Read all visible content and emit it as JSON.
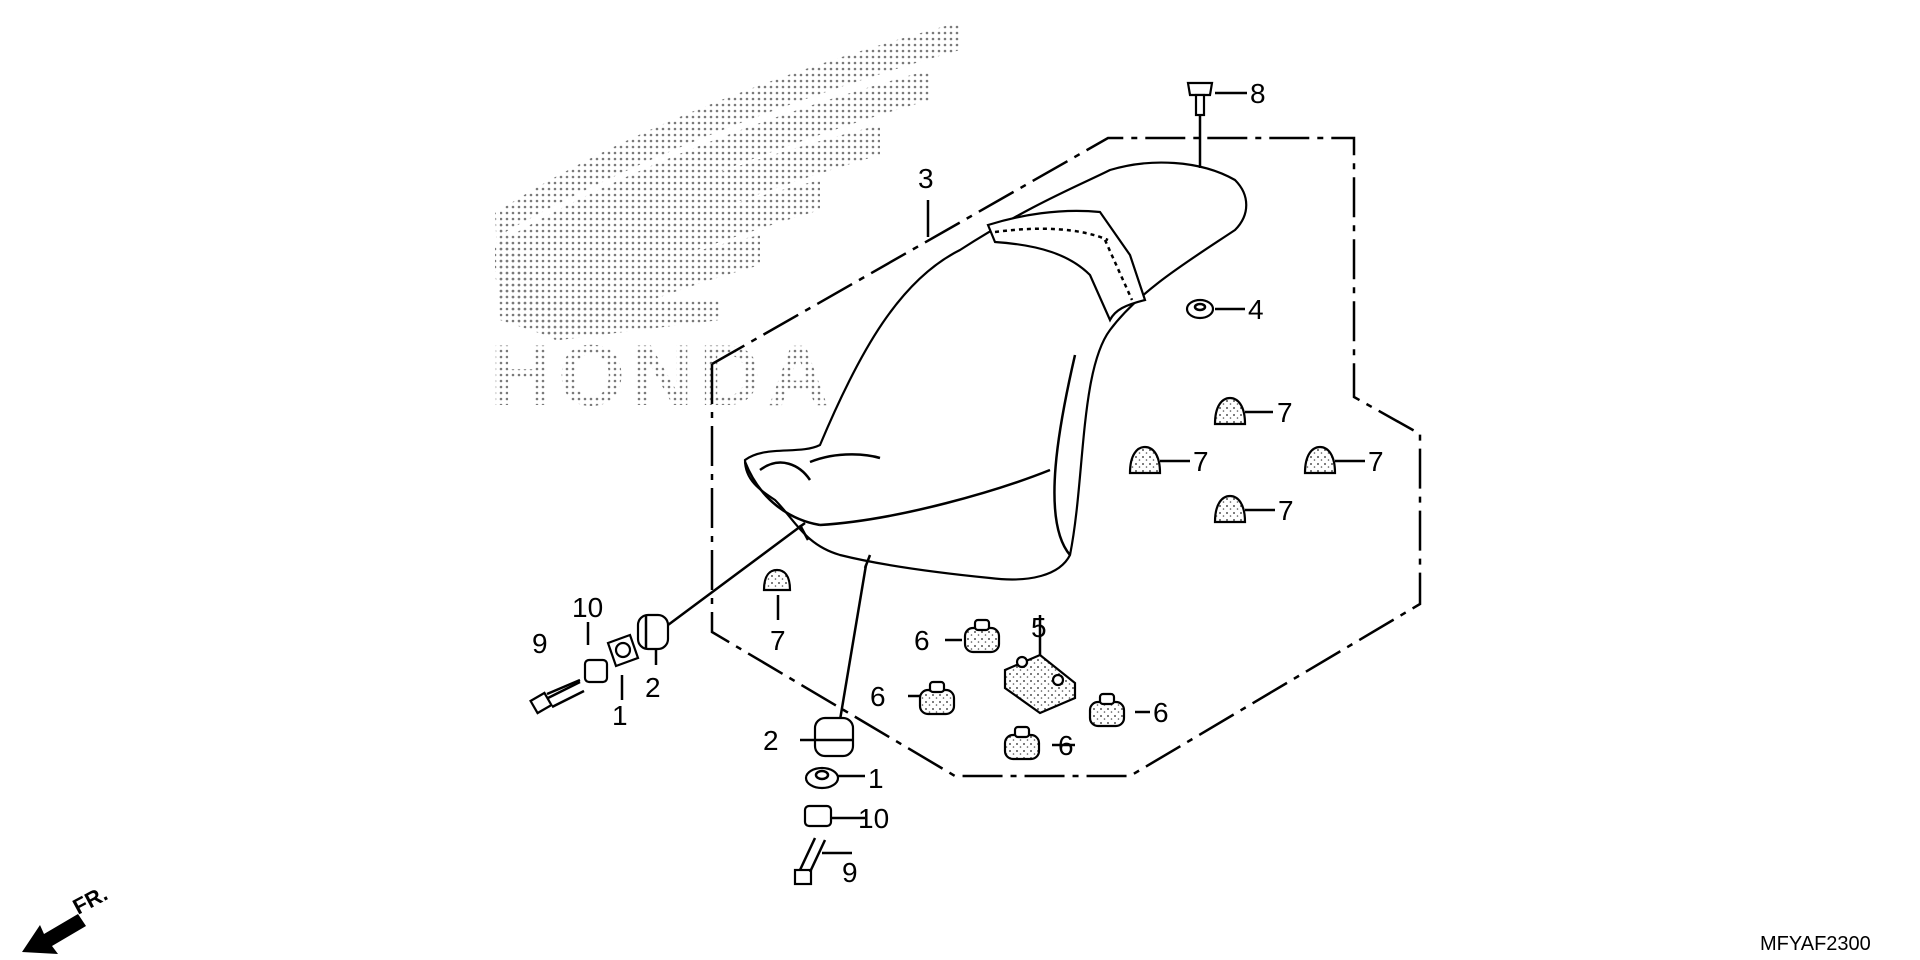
{
  "diagram": {
    "drawing_code": "MFYAF2300",
    "direction_label": "FR.",
    "watermark_text": "HONDA",
    "callouts": [
      {
        "id": "c8",
        "text": "8"
      },
      {
        "id": "c3",
        "text": "3"
      },
      {
        "id": "c4",
        "text": "4"
      },
      {
        "id": "c7a",
        "text": "7"
      },
      {
        "id": "c7b",
        "text": "7"
      },
      {
        "id": "c7c",
        "text": "7"
      },
      {
        "id": "c7d",
        "text": "7"
      },
      {
        "id": "c7e",
        "text": "7"
      },
      {
        "id": "c5",
        "text": "5"
      },
      {
        "id": "c6a",
        "text": "6"
      },
      {
        "id": "c6b",
        "text": "6"
      },
      {
        "id": "c6c",
        "text": "6"
      },
      {
        "id": "c6d",
        "text": "6"
      },
      {
        "id": "c9a",
        "text": "9"
      },
      {
        "id": "c10a",
        "text": "10"
      },
      {
        "id": "c1a",
        "text": "1"
      },
      {
        "id": "c2a",
        "text": "2"
      },
      {
        "id": "c2b",
        "text": "2"
      },
      {
        "id": "c1b",
        "text": "1"
      },
      {
        "id": "c10b",
        "text": "10"
      },
      {
        "id": "c9b",
        "text": "9"
      }
    ]
  }
}
